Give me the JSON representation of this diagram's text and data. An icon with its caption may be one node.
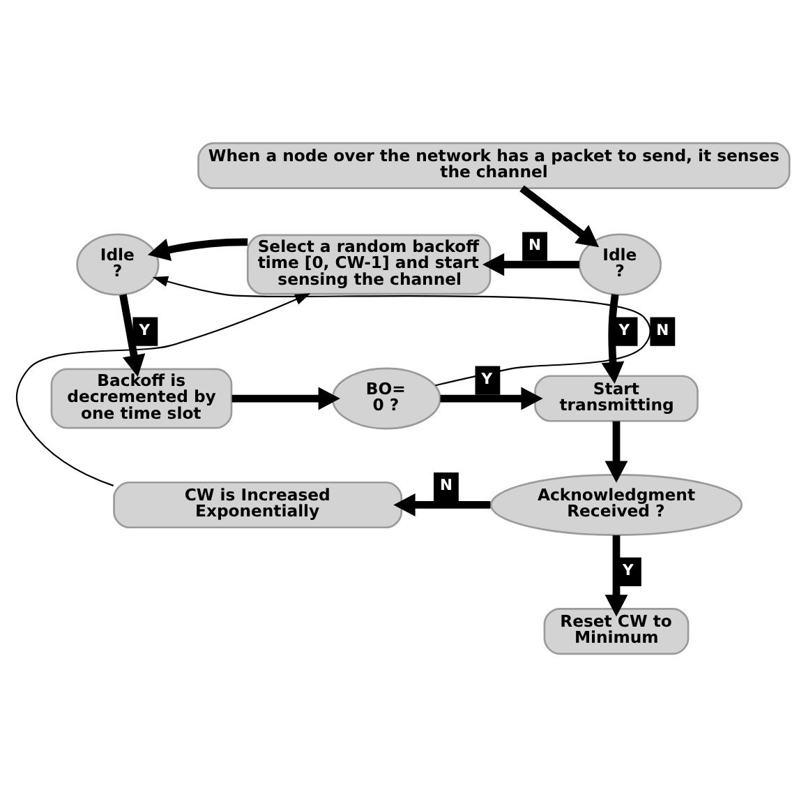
{
  "diagram": {
    "nodes": [
      {
        "text": [
          "When a node over the network has a packet to send, it senses the channel"
        ]
      },
      {
        "text": [
          "Idle ?"
        ]
      },
      {
        "text": [
          "Select a random backoff time [0, CW-1] and start sensing the channel"
        ]
      },
      {
        "text": [
          "Idle ?"
        ]
      },
      {
        "text": [
          "Backoff is decremented by one time slot"
        ]
      },
      {
        "text": [
          "BO= 0 ?"
        ]
      },
      {
        "text": [
          "Start transmitting"
        ]
      },
      {
        "text": [
          "Acknowledgment Received ?"
        ]
      },
      {
        "text": [
          "CW is Increased Exponentially"
        ]
      },
      {
        "text": [
          "Reset CW to Minimum"
        ]
      }
    ],
    "edges": [
      {
        "from": 0,
        "to": 1,
        "arrow": "to"
      },
      {
        "from": 1,
        "to": 2,
        "arrow": "to",
        "label": "N"
      },
      {
        "from": 1,
        "to": 6,
        "arrow": "to",
        "label": "Y"
      },
      {
        "from": 2,
        "to": 3,
        "arrow": "to"
      },
      {
        "from": 3,
        "to": 4,
        "arrow": "to",
        "label": "Y"
      },
      {
        "from": 4,
        "to": 5,
        "arrow": "to"
      },
      {
        "from": 5,
        "to": 6,
        "arrow": "to",
        "label": "Y"
      },
      {
        "from": 5,
        "to": 3,
        "arrow": "to",
        "label": "N"
      },
      {
        "from": 6,
        "to": 7,
        "arrow": "to"
      },
      {
        "from": 7,
        "to": 8,
        "arrow": "to",
        "label": "N"
      },
      {
        "from": 7,
        "to": 9,
        "arrow": "to",
        "label": "Y"
      },
      {
        "from": 8,
        "to": 2,
        "arrow": "to"
      }
    ]
  }
}
